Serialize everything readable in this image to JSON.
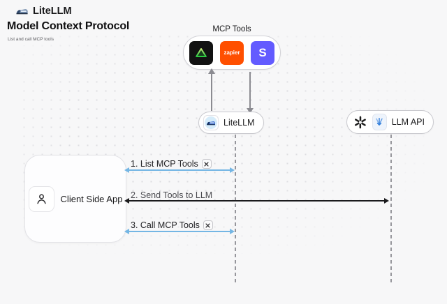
{
  "header": {
    "logo_text": "LiteLLM",
    "title": "Model Context Protocol",
    "subtitle": "List and call MCP tools"
  },
  "mcp_tools": {
    "label": "MCP Tools",
    "icons": [
      {
        "name": "triangle-tool-icon",
        "bg": "#121212"
      },
      {
        "name": "zapier-icon",
        "text": "zapier",
        "bg": "#ff4f00"
      },
      {
        "name": "stripe-icon",
        "text": "S",
        "bg": "#635bff"
      }
    ]
  },
  "nodes": {
    "litellm": {
      "label": "LiteLLM"
    },
    "llm_api": {
      "label": "LLM API"
    },
    "client": {
      "label": "Client Side App"
    }
  },
  "messages": [
    {
      "label": "1. List MCP Tools",
      "arrow_color": "#74b6e4",
      "has_tools_icon": true
    },
    {
      "label": "2. Send Tools to LLM",
      "arrow_color": "#1a1a1c",
      "has_tools_icon": false
    },
    {
      "label": "3. Call MCP Tools",
      "arrow_color": "#74b6e4",
      "has_tools_icon": true
    }
  ],
  "colors": {
    "background": "#f7f7f8",
    "blue_arrow": "#74b6e4",
    "black_arrow": "#1a1a1c",
    "lifeline": "#96969c"
  }
}
